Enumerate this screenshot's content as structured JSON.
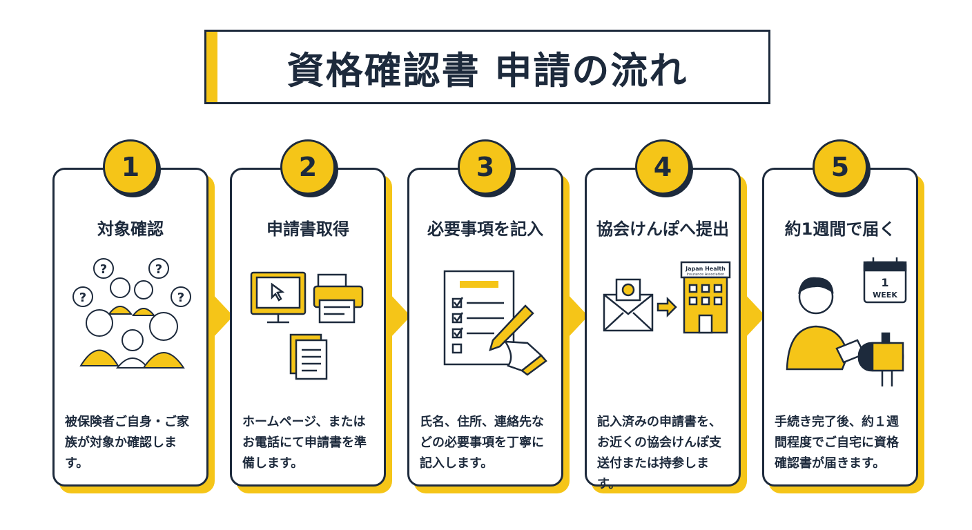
{
  "title": "資格確認書 申請の流れ",
  "colors": {
    "accent": "#f5c518",
    "navy": "#1d2a3c"
  },
  "steps": [
    {
      "number": "1",
      "title": "対象確認",
      "description": "被保険者ご自身・ご家族が対象か確認します。",
      "icon": "family-question-icon"
    },
    {
      "number": "2",
      "title": "申請書取得",
      "description": "ホームページ、またはお電話にて申請書を準備します。",
      "icon": "computer-printer-document-icon"
    },
    {
      "number": "3",
      "title": "必要事項を記入",
      "description": "氏名、住所、連絡先などの必要事項を丁寧に記入します。",
      "icon": "checklist-pen-icon"
    },
    {
      "number": "4",
      "title": "協会けんぽへ提出",
      "description": "記入済みの申請書を、お近くの協会けんぽ支送付または持参します。",
      "icon": "envelope-building-icon",
      "building_sign": "Japan Health",
      "building_sign_sub": "Insurance Association"
    },
    {
      "number": "5",
      "title": "約1週間で届く",
      "description": "手続き完了後、約１週間程度でご自宅に資格確認書が届きます。",
      "icon": "person-mailbox-icon",
      "calendar_number": "1",
      "calendar_label": "WEEK"
    }
  ]
}
